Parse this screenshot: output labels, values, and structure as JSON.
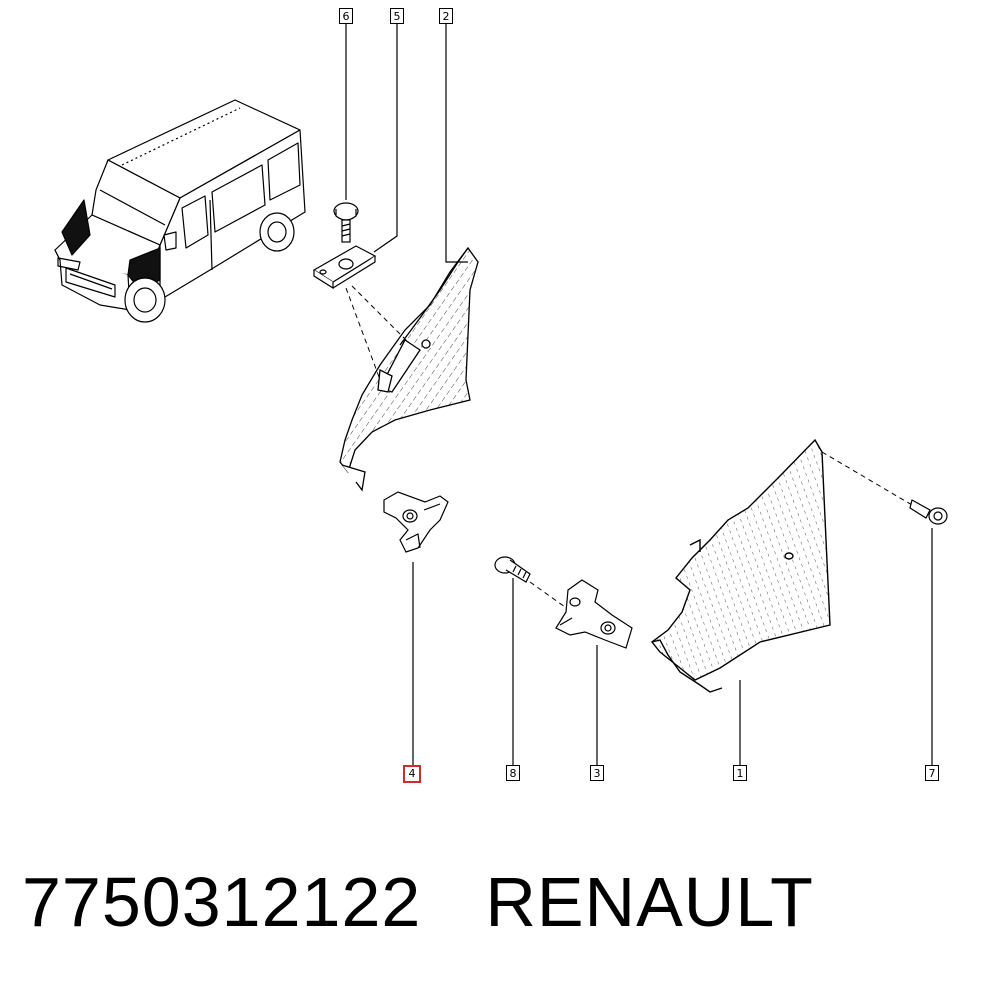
{
  "callouts": {
    "c1": "1",
    "c2": "2",
    "c3": "3",
    "c4": "4",
    "c5": "5",
    "c6": "6",
    "c7": "7",
    "c8": "8"
  },
  "highlighted_callout": "4",
  "caption": {
    "part_number": "7750312122",
    "brand": "RENAULT"
  },
  "colors": {
    "line": "#000000",
    "highlight": "#d42a2a",
    "van_dark": "#111111"
  }
}
